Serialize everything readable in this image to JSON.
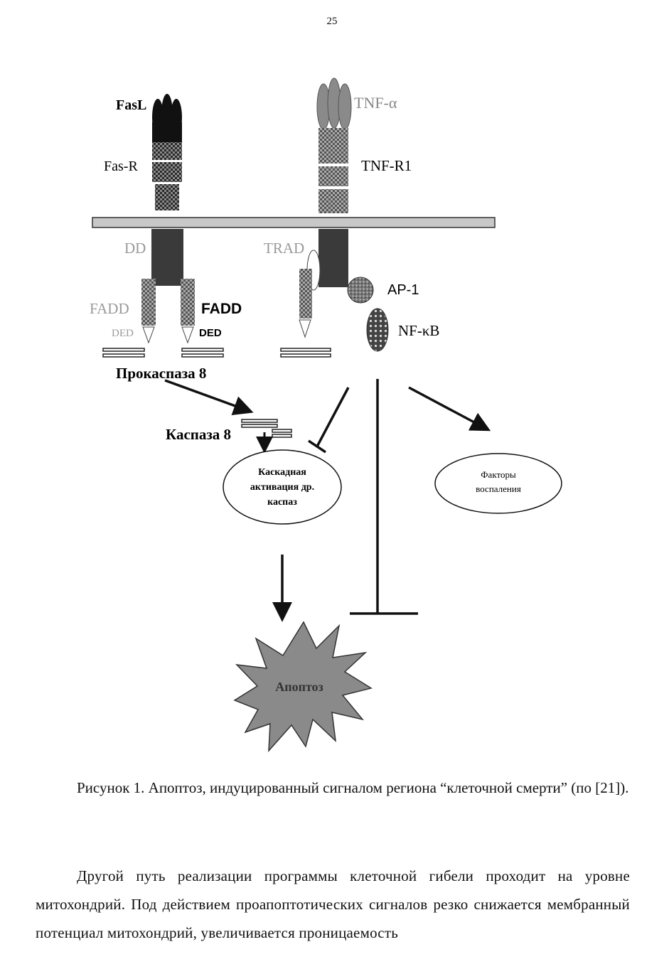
{
  "page": {
    "number": "25"
  },
  "figure": {
    "labels": {
      "fasl": "FasL",
      "fas_r": "Fas-R",
      "tnf_alpha": "TNF-α",
      "tnf_r1": "TNF-R1",
      "dd": "DD",
      "trad": "TRAD",
      "ap1": "AP-1",
      "nfkb": "NF-κB",
      "fadd_left": "FADD",
      "fadd_right": "FADD",
      "ded_left": "DED",
      "ded_right": "DED",
      "procaspase": "Прокаспаза 8",
      "caspase": "Каспаза 8",
      "cascade_line1": "Каскадная",
      "cascade_line2": "активация др.",
      "cascade_line3": "каспаз",
      "factors_line1": "Факторы",
      "factors_line2": "воспаления",
      "apoptosis": "Апоптоз"
    }
  },
  "caption": "Рисунок 1. Апоптоз, индуцированный сигналом региона “клеточной смерти” (по [21]).",
  "paragraph": "Другой путь реализации программы клеточной гибели проходит на уровне митохондрий. Под действием проапоптотических сигналов резко снижается мембранный потенциал митохондрий, увеличивается проницаемость"
}
